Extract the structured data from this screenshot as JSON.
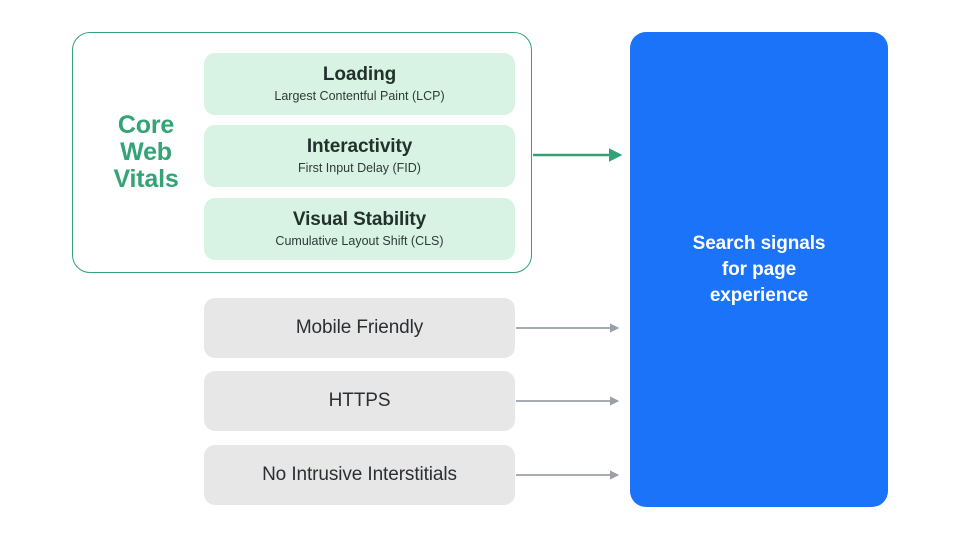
{
  "diagram": {
    "title": "Search signals for page experience",
    "colors": {
      "accent_green": "#34a375",
      "card_green": "#d8f3e4",
      "card_gray": "#e7e7e8",
      "panel_blue": "#1a73f8",
      "arrow_gray": "#9aa0a6",
      "text_dark": "#23312c",
      "text_white": "#ffffff"
    }
  },
  "core_web_vitals": {
    "group_label": "Core Web Vitals",
    "group_label_lines": [
      "Core",
      "Web",
      "Vitals"
    ],
    "metrics": [
      {
        "title": "Loading",
        "subtitle": "Largest Contentful Paint (LCP)",
        "abbr": "LCP"
      },
      {
        "title": "Interactivity",
        "subtitle": "First Input Delay (FID)",
        "abbr": "FID"
      },
      {
        "title": "Visual Stability",
        "subtitle": "Cumulative Layout Shift (CLS)",
        "abbr": "CLS"
      }
    ]
  },
  "other_signals": [
    {
      "label": "Mobile Friendly"
    },
    {
      "label": "HTTPS"
    },
    {
      "label": "No Intrusive Interstitials"
    }
  ],
  "destination": {
    "label": "Search signals\nfor page\nexperience"
  },
  "arrows": [
    {
      "name": "core-web-vitals-arrow",
      "color": "#33a276",
      "from": "core-web-vitals-group",
      "to": "search-signals-panel"
    },
    {
      "name": "mobile-friendly-arrow",
      "color": "#9aa0a6",
      "from": "signal-card-mobile-friendly",
      "to": "search-signals-panel"
    },
    {
      "name": "https-arrow",
      "color": "#9aa0a6",
      "from": "signal-card-https",
      "to": "search-signals-panel"
    },
    {
      "name": "interstitials-arrow",
      "color": "#9aa0a6",
      "from": "signal-card-no-intrusive-interstitials",
      "to": "search-signals-panel"
    }
  ]
}
